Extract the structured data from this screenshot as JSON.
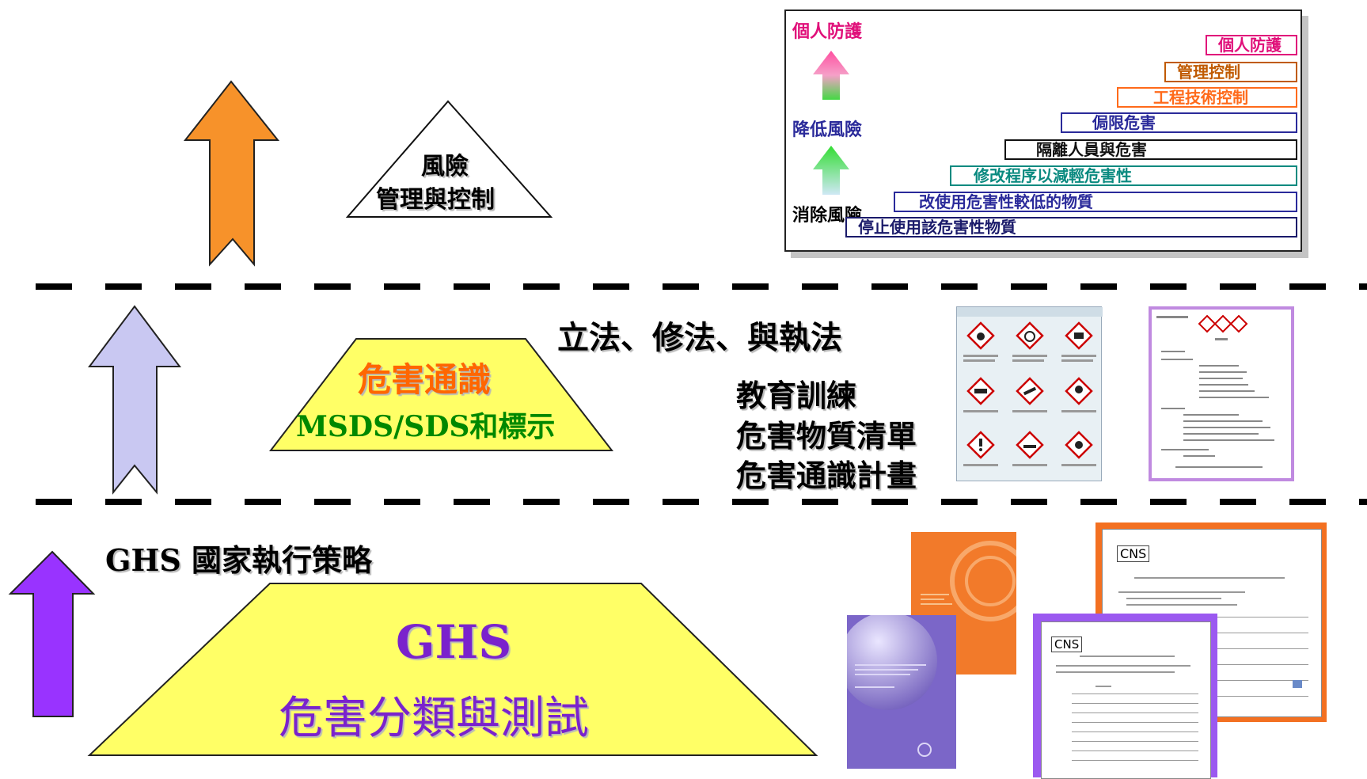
{
  "top_layer": {
    "risk_label_1": "風險",
    "risk_label_2": "管理與控制"
  },
  "hierarchy": {
    "side_top": "個人防護",
    "side_mid": "降低風險",
    "side_bottom": "消除風險",
    "steps": [
      {
        "label": "個人防護",
        "color": "#e0107a"
      },
      {
        "label": "管理控制",
        "color": "#c05a00"
      },
      {
        "label": "工程技術控制",
        "color": "#ff6a1a"
      },
      {
        "label": "侷限危害",
        "color": "#2a2a9a"
      },
      {
        "label": "隔離人員與危害",
        "color": "#111111"
      },
      {
        "label": "修改程序以減輕危害性",
        "color": "#0a8a80"
      },
      {
        "label": "改使用危害性較低的物質",
        "color": "#2a2a9a"
      },
      {
        "label": "停止使用該危害性物質",
        "color": "#1a1a6a"
      }
    ]
  },
  "middle_layer": {
    "law_text": "立法、修法、與執法",
    "hazcom_title": "危害通識",
    "hazcom_sub": "MSDS/SDS和標示",
    "items": [
      "教育訓練",
      "危害物質清單",
      "危害通識計畫"
    ]
  },
  "bottom_layer": {
    "strategy": "GHS 國家執行策略",
    "ghs_title": "GHS",
    "ghs_sub": "危害分類與測試"
  },
  "documents": {
    "cns_1": "CNS",
    "cns_2": "CNS"
  },
  "colors": {
    "arrow_orange": "#f7922a",
    "arrow_lavender": "#c9c8f2",
    "arrow_purple": "#9933ff",
    "trapezoid_fill": "#ffff66",
    "hazcom_title": "#ff6600",
    "hazcom_sub": "#008800",
    "ghs_text": "#7a22cc"
  }
}
